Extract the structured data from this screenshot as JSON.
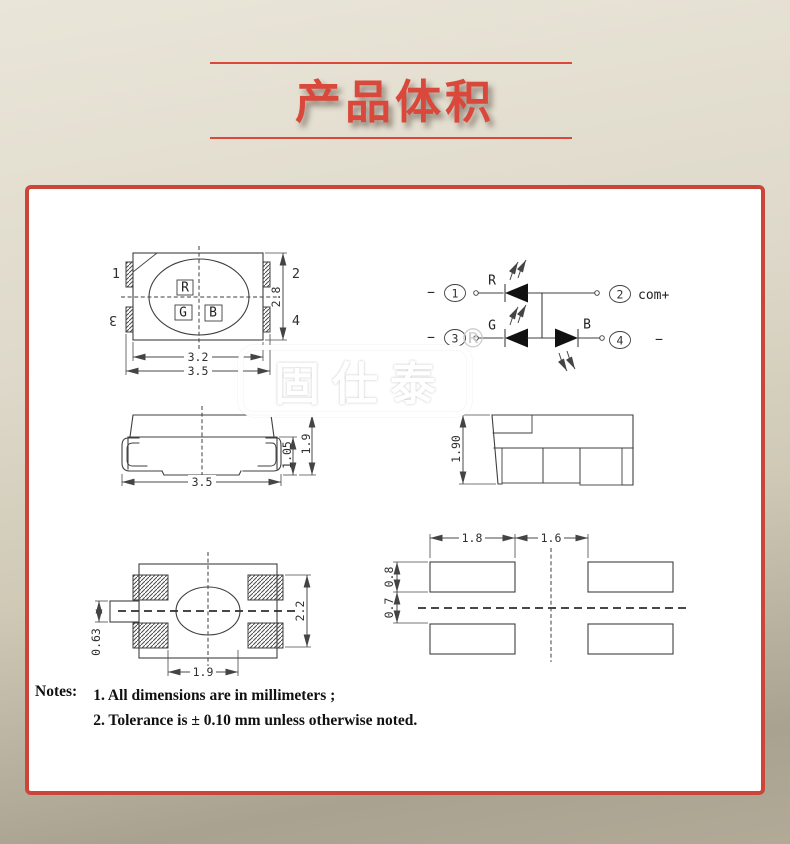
{
  "header": {
    "title": "产品体积"
  },
  "watermark": {
    "text": "固仕泰",
    "registered": "®"
  },
  "colors": {
    "accent_red": "#d9483b",
    "panel_border": "#cb4638",
    "background_top": "#e9e5d8",
    "background_bottom": "#a9a290"
  },
  "figures": {
    "top_view": {
      "pin_labels": [
        "1",
        "2",
        "3",
        "4"
      ],
      "chip_labels": {
        "red": "R",
        "green": "G",
        "blue": "B"
      },
      "dims": {
        "body_height": "2.8",
        "body_width": "3.2",
        "overall_width": "3.5"
      }
    },
    "circuit": {
      "pin_numbers": [
        "1",
        "2",
        "3",
        "4"
      ],
      "led_labels": {
        "red": "R",
        "green": "G",
        "blue": "B"
      },
      "common_label": "com+",
      "minus": "−"
    },
    "front_view": {
      "dims": {
        "overall_width": "3.5",
        "lead_height": "1.05",
        "total_height": "1.9"
      }
    },
    "side_view": {
      "dims": {
        "total_height": "1.90"
      }
    },
    "bottom_view": {
      "dims": {
        "tab_width": "0.63",
        "pad_span_height": "2.2",
        "pad_span_width": "1.9"
      }
    },
    "pad_layout": {
      "dims": {
        "pad_width": "1.8",
        "gap": "1.6",
        "pad_height": "0.8",
        "center_offset": "0.7"
      }
    }
  },
  "notes": {
    "label": "Notes:",
    "items": [
      "1. All dimensions are in millimeters ;",
      "2. Tolerance is ± 0.10 mm unless otherwise noted."
    ]
  }
}
